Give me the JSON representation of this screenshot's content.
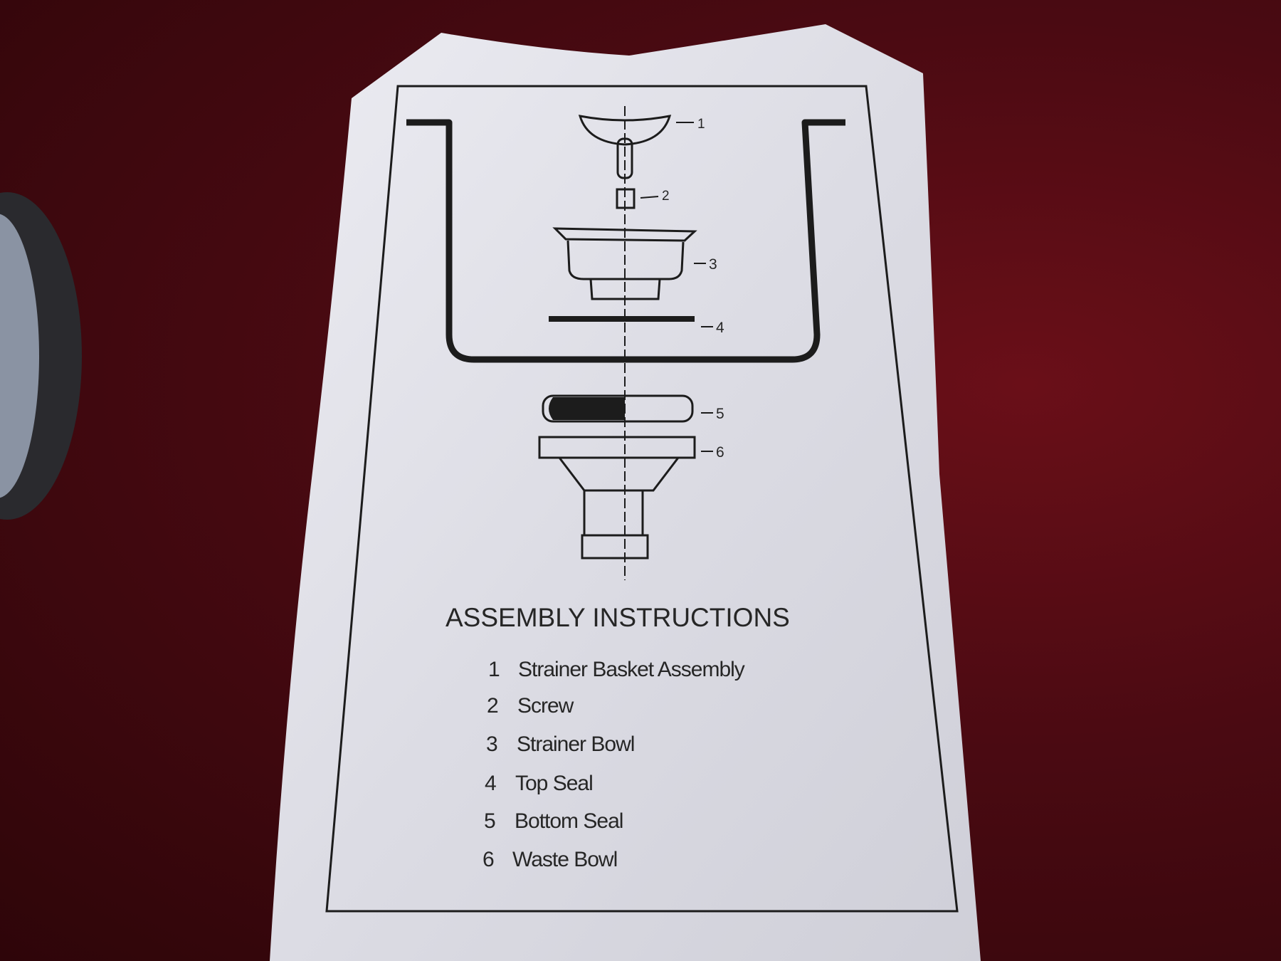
{
  "document": {
    "title": "ASSEMBLY INSTRUCTIONS",
    "callouts": [
      "1",
      "2",
      "3",
      "4",
      "5",
      "6"
    ],
    "parts": [
      {
        "number": "1",
        "name": "Strainer Basket Assembly"
      },
      {
        "number": "2",
        "name": "Screw"
      },
      {
        "number": "3",
        "name": "Strainer Bowl"
      },
      {
        "number": "4",
        "name": "Top Seal"
      },
      {
        "number": "5",
        "name": "Bottom Seal"
      },
      {
        "number": "6",
        "name": "Waste Bowl"
      }
    ]
  },
  "colors": {
    "background": "#4a0a12",
    "paper": "#e4e4ea",
    "ink": "#1c1c1c"
  }
}
